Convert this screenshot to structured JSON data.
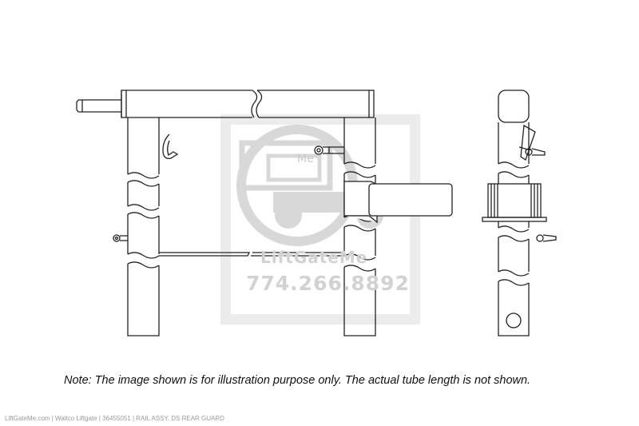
{
  "watermark": {
    "logo_text": "Me",
    "brand": "LiftGateMe",
    "phone": "774.266.8892",
    "color": "#d2d2d2"
  },
  "note": "Note: The image shown is for illustration purpose only. The actual tube length is not shown.",
  "footer": "LiftGateMe.com | Waltco Liftgate | 36455051 | RAIL ASSY, DS REAR GUARD",
  "line_color": "#222222"
}
